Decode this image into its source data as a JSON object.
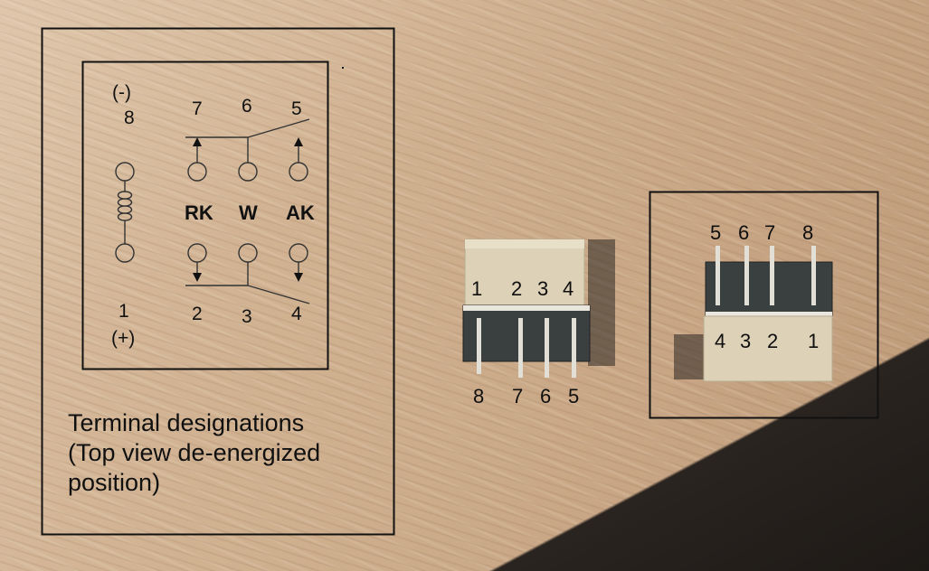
{
  "diagram": {
    "coil": {
      "top_polarity": "(-)",
      "top_terminal": "8",
      "bottom_terminal": "1",
      "bottom_polarity": "(+)"
    },
    "top_row": [
      "7",
      "6",
      "5"
    ],
    "contact_labels": [
      "RK",
      "W",
      "AK"
    ],
    "bottom_row": [
      "2",
      "3",
      "4"
    ],
    "caption_lines": [
      "Terminal designations",
      "(Top view de-energized",
      "position)"
    ]
  },
  "photo_left": {
    "top_numbers": [
      "1",
      "2",
      "3",
      "4"
    ],
    "pin_numbers": [
      "8",
      "7",
      "6",
      "5"
    ]
  },
  "photo_right": {
    "pin_numbers": [
      "5",
      "6",
      "7",
      "8"
    ],
    "body_numbers": [
      "4",
      "3",
      "2",
      "1"
    ]
  },
  "colors": {
    "ink": "#111111",
    "wood": "#cfb08f",
    "relay_body": "#ddd2b8",
    "relay_base": "#3a3f40"
  }
}
